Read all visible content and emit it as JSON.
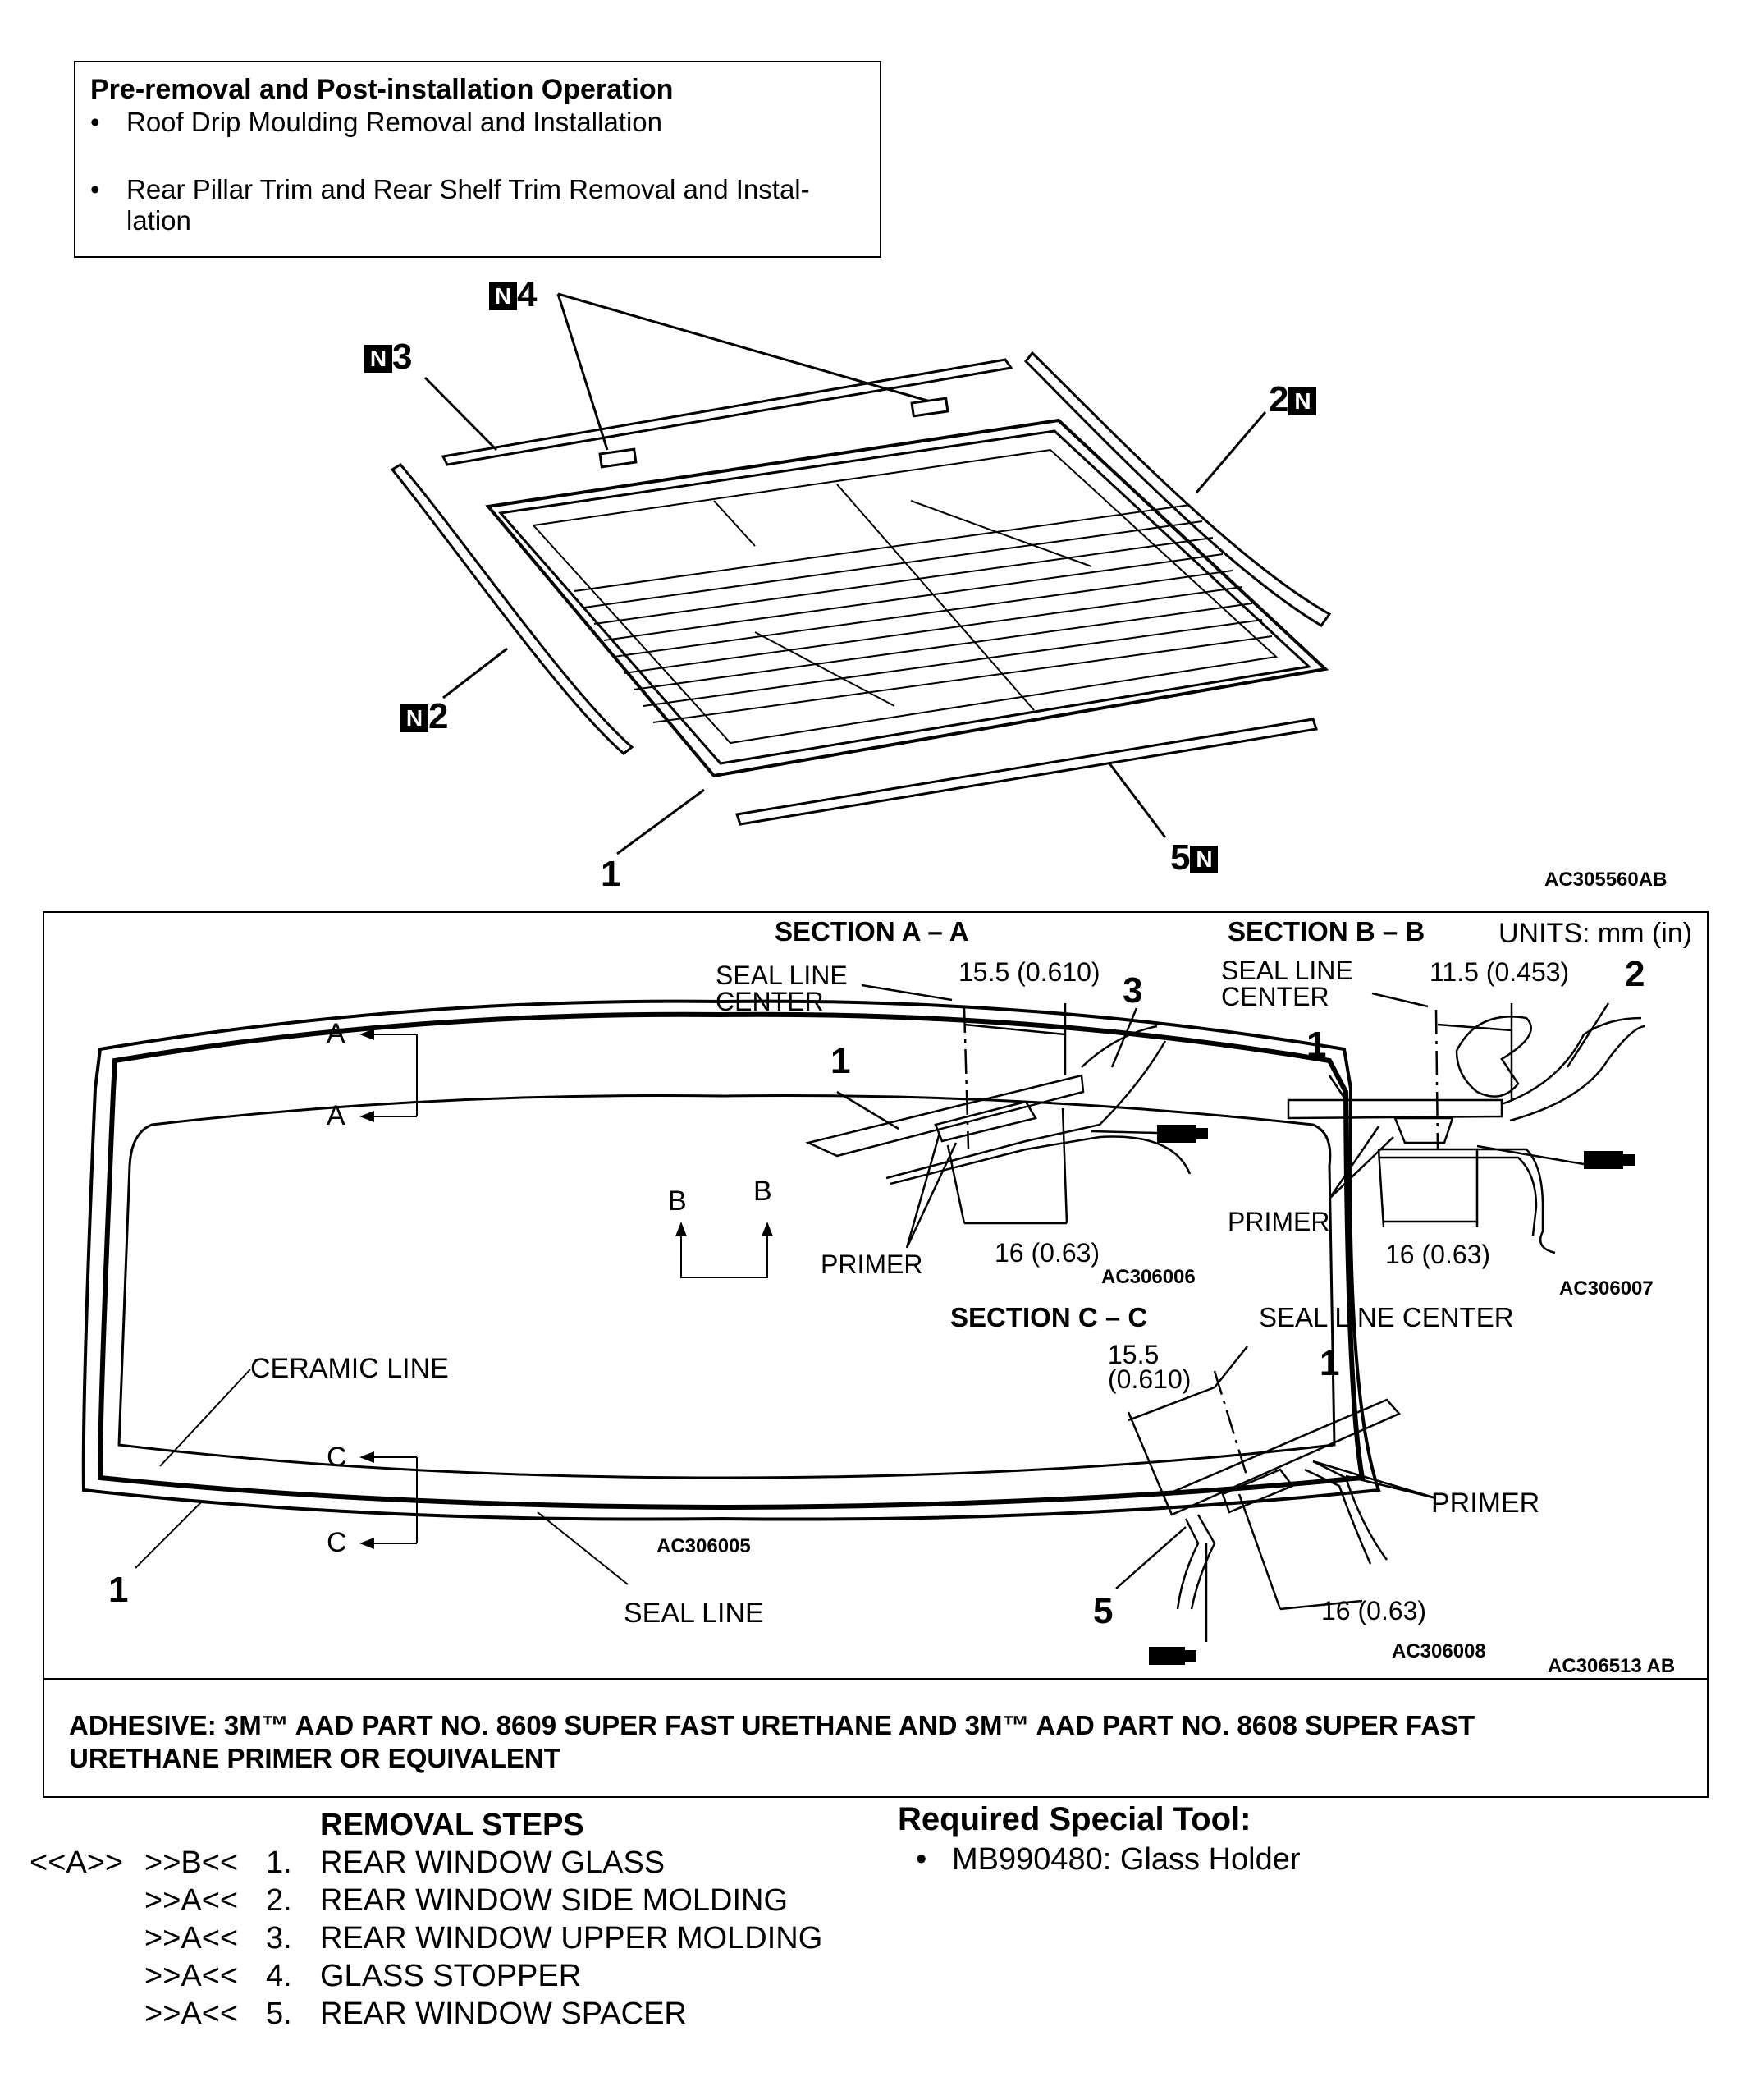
{
  "pre_op": {
    "title": "Pre-removal and Post-installation Operation",
    "items": [
      "Roof Drip Moulding Removal and Installation",
      "Rear Pillar Trim and Rear Shelf Trim Removal and Instal-",
      "lation"
    ]
  },
  "exploded": {
    "callouts": {
      "n4": "4",
      "n3": "3",
      "n2_right": "2",
      "n2_left": "2",
      "n1": "1",
      "n5": "5",
      "n_mark": "N"
    },
    "code": "AC305560AB"
  },
  "sections": {
    "units": "UNITS: mm (in)",
    "glass": {
      "a1": "A",
      "a2": "A",
      "b1": "B",
      "b2": "B",
      "c1": "C",
      "c2": "C",
      "ceramic": "CERAMIC LINE",
      "seal": "SEAL LINE",
      "num1": "1",
      "code": "AC306005"
    },
    "aa": {
      "title": "SECTION A – A",
      "seal1": "SEAL LINE",
      "seal2": "CENTER",
      "dim1": "15.5 (0.610)",
      "dim2": "16 (0.63)",
      "primer": "PRIMER",
      "n1": "1",
      "n3": "3",
      "code": "AC306006"
    },
    "bb": {
      "title": "SECTION B – B",
      "seal1": "SEAL LINE",
      "seal2": "CENTER",
      "dim1": "11.5 (0.453)",
      "dim2": "16 (0.63)",
      "primer": "PRIMER",
      "n1": "1",
      "n2": "2",
      "code": "AC306007"
    },
    "cc": {
      "title": "SECTION C – C",
      "seal": "SEAL LINE CENTER",
      "dim1a": "15.5",
      "dim1b": "(0.610)",
      "dim2": "16 (0.63)",
      "primer": "PRIMER",
      "n1": "1",
      "n5": "5",
      "code": "AC306008"
    },
    "code": "AC306513 AB"
  },
  "adhesive": {
    "line1": "ADHESIVE: 3M™ AAD PART NO. 8609 SUPER FAST URETHANE AND 3M™ AAD PART NO. 8608 SUPER FAST",
    "line2": "URETHANE PRIMER OR EQUIVALENT"
  },
  "removal": {
    "title": "REMOVAL STEPS",
    "steps": [
      {
        "pre": "<<A>>",
        "code": ">>B<<",
        "num": "1.",
        "label": "REAR WINDOW GLASS"
      },
      {
        "pre": "",
        "code": ">>A<<",
        "num": "2.",
        "label": "REAR WINDOW SIDE MOLDING"
      },
      {
        "pre": "",
        "code": ">>A<<",
        "num": "3.",
        "label": "REAR WINDOW UPPER MOLDING"
      },
      {
        "pre": "",
        "code": ">>A<<",
        "num": "4.",
        "label": "GLASS STOPPER"
      },
      {
        "pre": "",
        "code": ">>A<<",
        "num": "5.",
        "label": "REAR WINDOW SPACER"
      }
    ]
  },
  "tool": {
    "title": "Required Special Tool:",
    "item": "MB990480: Glass Holder"
  }
}
